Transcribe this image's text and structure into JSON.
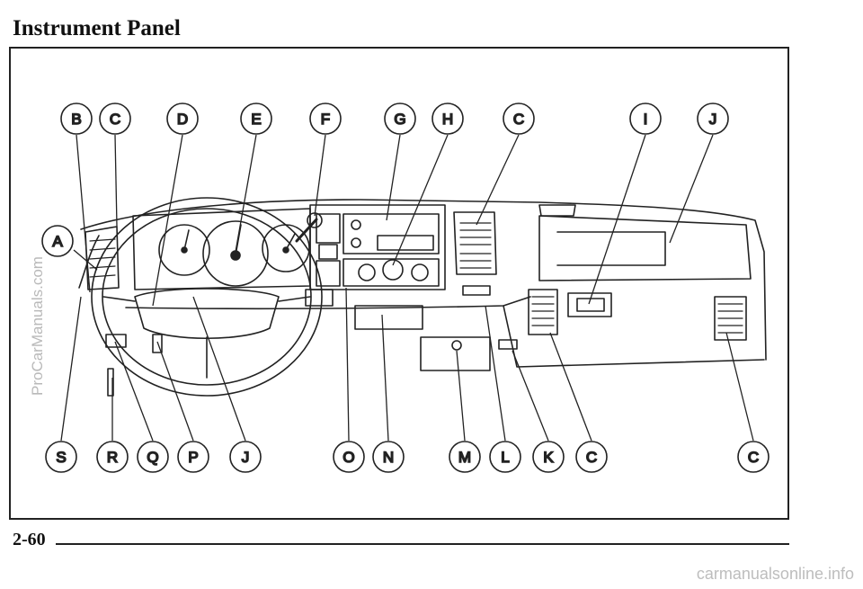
{
  "title": "Instrument Panel",
  "page_number": "2-60",
  "watermark_side": "ProCarManuals.com",
  "watermark_footer": "carmanualsonline.info",
  "callouts": [
    "B",
    "C",
    "D",
    "E",
    "F",
    "G",
    "H",
    "C",
    "I",
    "J",
    "A",
    "S",
    "R",
    "Q",
    "P",
    "J",
    "O",
    "N",
    "M",
    "L",
    "K",
    "C",
    "C"
  ]
}
